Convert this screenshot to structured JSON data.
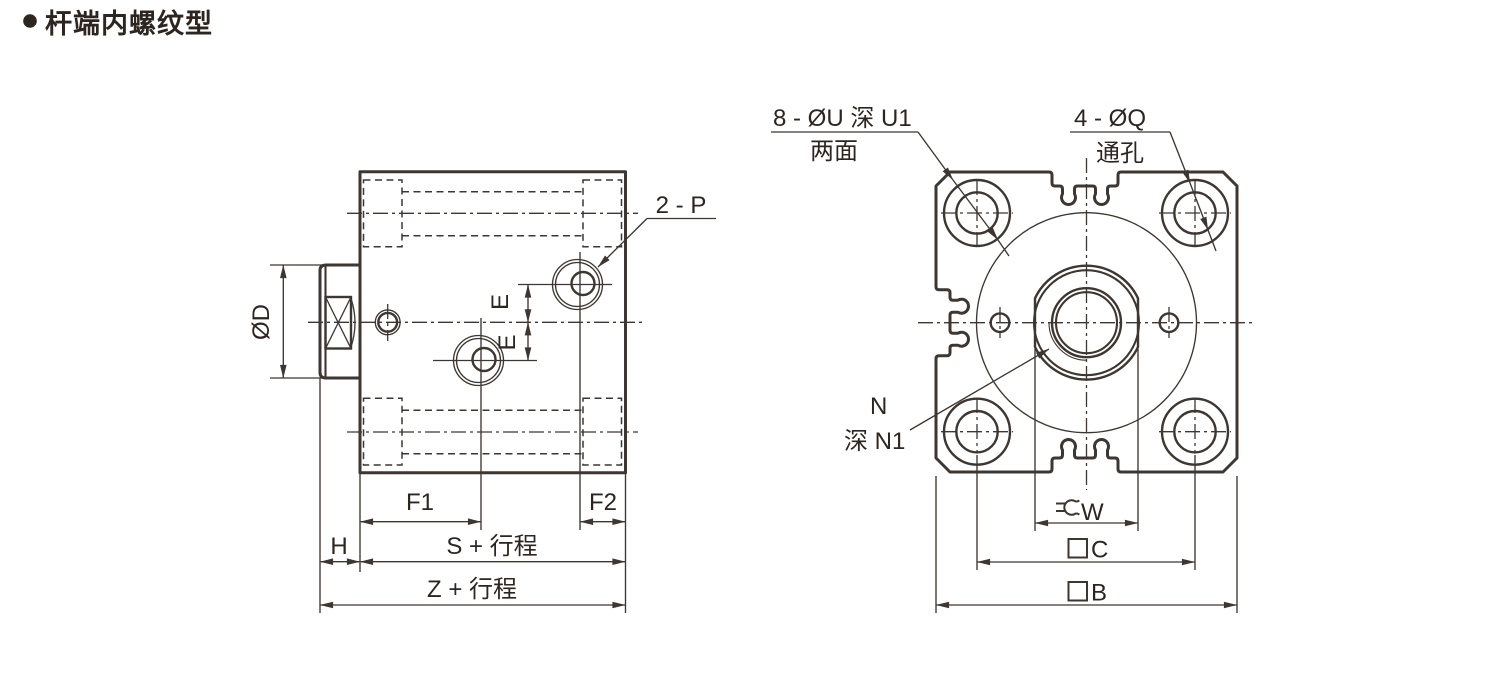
{
  "page": {
    "background": "#ffffff",
    "line_color": "#3e3630",
    "text_color": "#2d2520"
  },
  "title": {
    "bullet_icon": "filled-circle",
    "text": "杆端内螺纹型"
  },
  "side_view": {
    "view_name": "side-view",
    "dimensions": {
      "rod_diameter": "ØD",
      "ports": "2 - P",
      "port_offset_upper": "E",
      "port_offset_lower": "E",
      "f1": "F1",
      "f2": "F2",
      "h": "H",
      "s_plus_stroke": "S + 行程",
      "z_plus_stroke": "Z + 行程"
    }
  },
  "front_view": {
    "view_name": "front-view",
    "dimensions": {
      "mount_holes": "8 - ØU 深 U1",
      "mount_holes_note": "两面",
      "through_holes": "4 - ØQ",
      "through_holes_note": "通孔",
      "rod_thread": "N",
      "rod_thread_depth": "深 N1",
      "wrench_flats": "W",
      "c": "C",
      "b": "B"
    },
    "symbols": {
      "wrench": "wrench-icon",
      "square_c": "square-symbol",
      "square_b": "square-symbol"
    }
  }
}
